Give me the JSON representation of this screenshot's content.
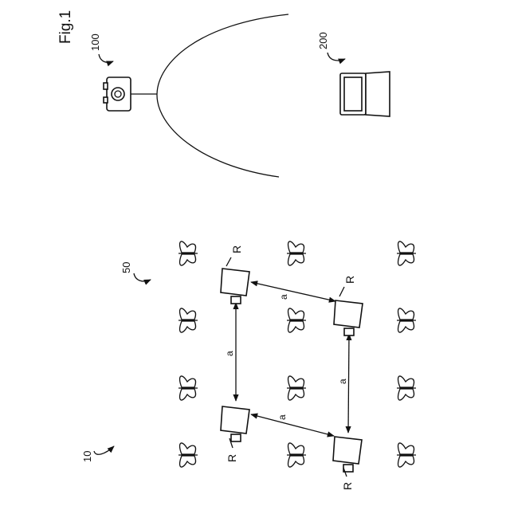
{
  "figure": {
    "title": "Fig.1",
    "labels": {
      "system": "10",
      "field": "50",
      "camera": "100",
      "terminal": "200",
      "robot": "R",
      "distance": "a"
    }
  }
}
